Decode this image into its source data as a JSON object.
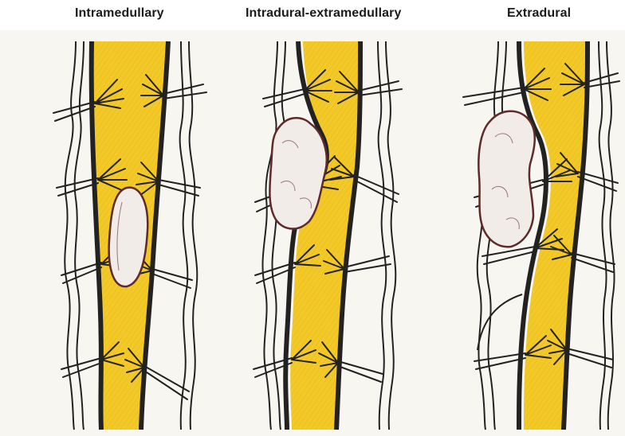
{
  "figure": {
    "panels": [
      {
        "title": "Intramedullary"
      },
      {
        "title": "Intradural-extramedullary"
      },
      {
        "title": "Extradural"
      }
    ]
  },
  "colors": {
    "spinal_cord": "#f3c928",
    "cord_hatch": "#d9a91a",
    "dura_outline": "#222222",
    "tumor_fill": "#f2ece8",
    "tumor_outline": "#5e2a2a",
    "background": "#f8f6f1"
  }
}
